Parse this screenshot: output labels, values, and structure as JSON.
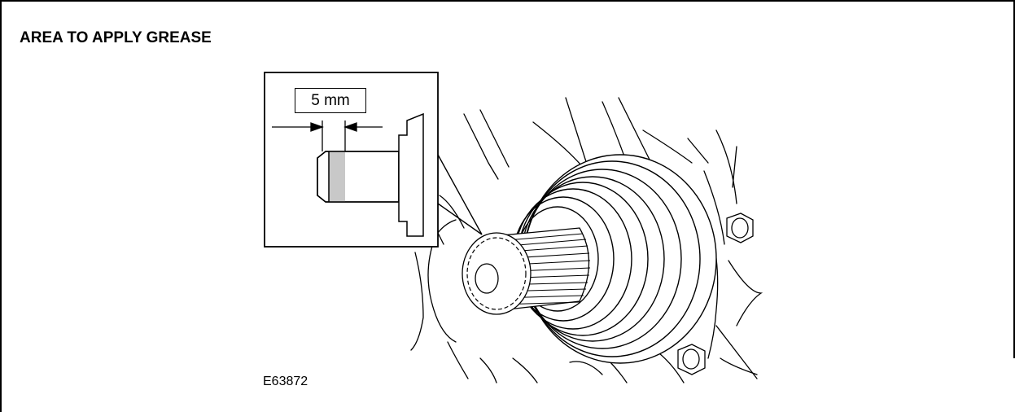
{
  "diagram": {
    "title": "AREA TO APPLY GREASE",
    "dimension_label": "5 mm",
    "figure_code": "E63872"
  },
  "colors": {
    "line": "#000000",
    "grease_area": "#c8c8c8",
    "background": "#ffffff"
  }
}
